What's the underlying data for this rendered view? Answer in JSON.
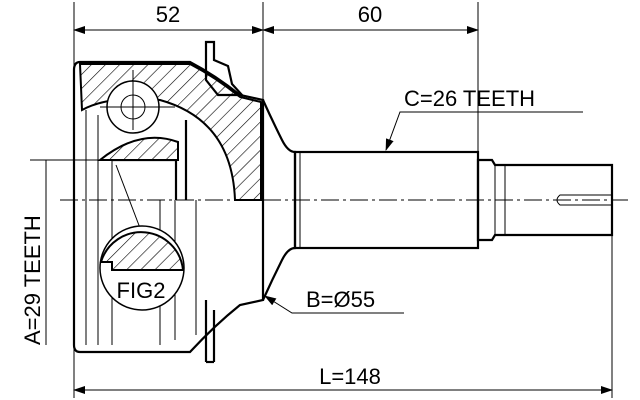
{
  "dimensions": {
    "outer_length": "52",
    "shaft_length": "60",
    "total_length": "L=148",
    "abs_ring_teeth": "C=26 TEETH",
    "inner_spline_teeth": "A=29 TEETH",
    "seal_diameter": "B=Ø55"
  },
  "detail_label": "FIG2"
}
